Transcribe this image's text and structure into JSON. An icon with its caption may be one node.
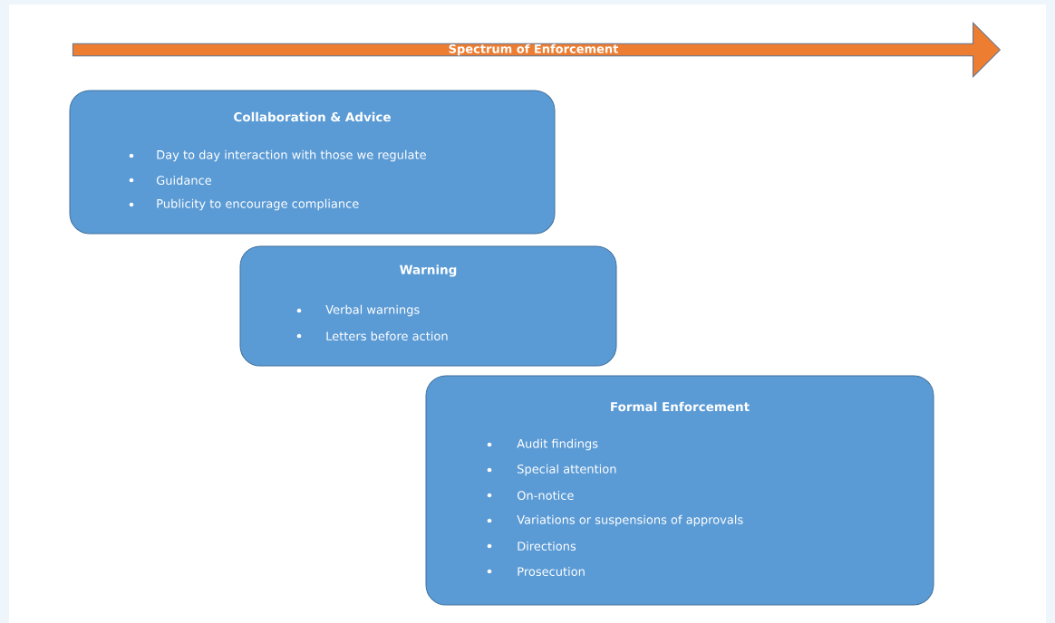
{
  "diagram": {
    "nodes": [
      {
        "text": [
          "Spectrum of Enforcement"
        ]
      },
      {
        "text": [
          "Collaboration & Advice",
          "Day to day interaction with those we regulate",
          "Guidance",
          "Publicity to encourage compliance"
        ]
      },
      {
        "text": [
          "Warning",
          "Verbal warnings",
          "Letters before action"
        ]
      },
      {
        "text": [
          "Formal Enforcement",
          "Audit findings",
          "Special attention",
          "On-notice",
          "Variations or suspensions of approvals",
          "Directions",
          "Prosecution"
        ]
      }
    ]
  }
}
